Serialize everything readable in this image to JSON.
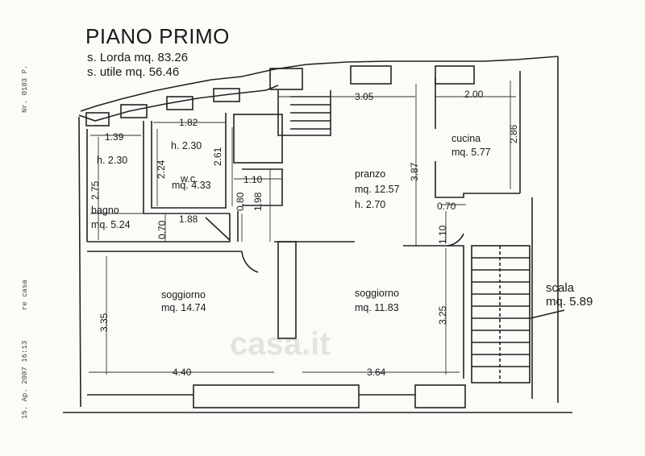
{
  "title": "PIANO PRIMO",
  "surface_gross": "s. Lorda mq. 83.26",
  "surface_useful": "s. utile mq. 56.46",
  "side_notes": {
    "ref": "Nr. 0103   P.",
    "location": "re casa",
    "stamp": "15. Ap. 2007 16:13"
  },
  "watermark": "casa.it",
  "rooms": {
    "bagno": {
      "name": "bagno",
      "area": "mq. 5.24",
      "height": "h. 2.30"
    },
    "wc": {
      "name": "w.c.",
      "area": "mq. 4.33",
      "height": "h. 2.30"
    },
    "pranzo": {
      "name": "pranzo",
      "area": "mq. 12.57",
      "height": "h. 2.70"
    },
    "cucina": {
      "name": "cucina",
      "area": "mq. 5.77"
    },
    "soggiorno_left": {
      "name": "soggiorno",
      "area": "mq. 14.74"
    },
    "soggiorno_right": {
      "name": "soggiorno",
      "area": "mq. 11.83"
    },
    "scala": {
      "name": "scala",
      "area": "mq. 5.89"
    }
  },
  "dimensions": {
    "d139": "1.39",
    "d182": "1.82",
    "d305": "3.05",
    "d200": "2.00",
    "d286": "2.86",
    "d261": "2.61",
    "d224": "2.24",
    "d275": "2.75",
    "d110a": "1.10",
    "d387": "3.87",
    "d198": "1.98",
    "d080": "0.80",
    "d070a": "0.70",
    "d188": "1.88",
    "d070b": "0.70",
    "d110b": "1.10",
    "d335": "3.35",
    "d325": "3.25",
    "d440": "4.40",
    "d364": "3.64"
  }
}
